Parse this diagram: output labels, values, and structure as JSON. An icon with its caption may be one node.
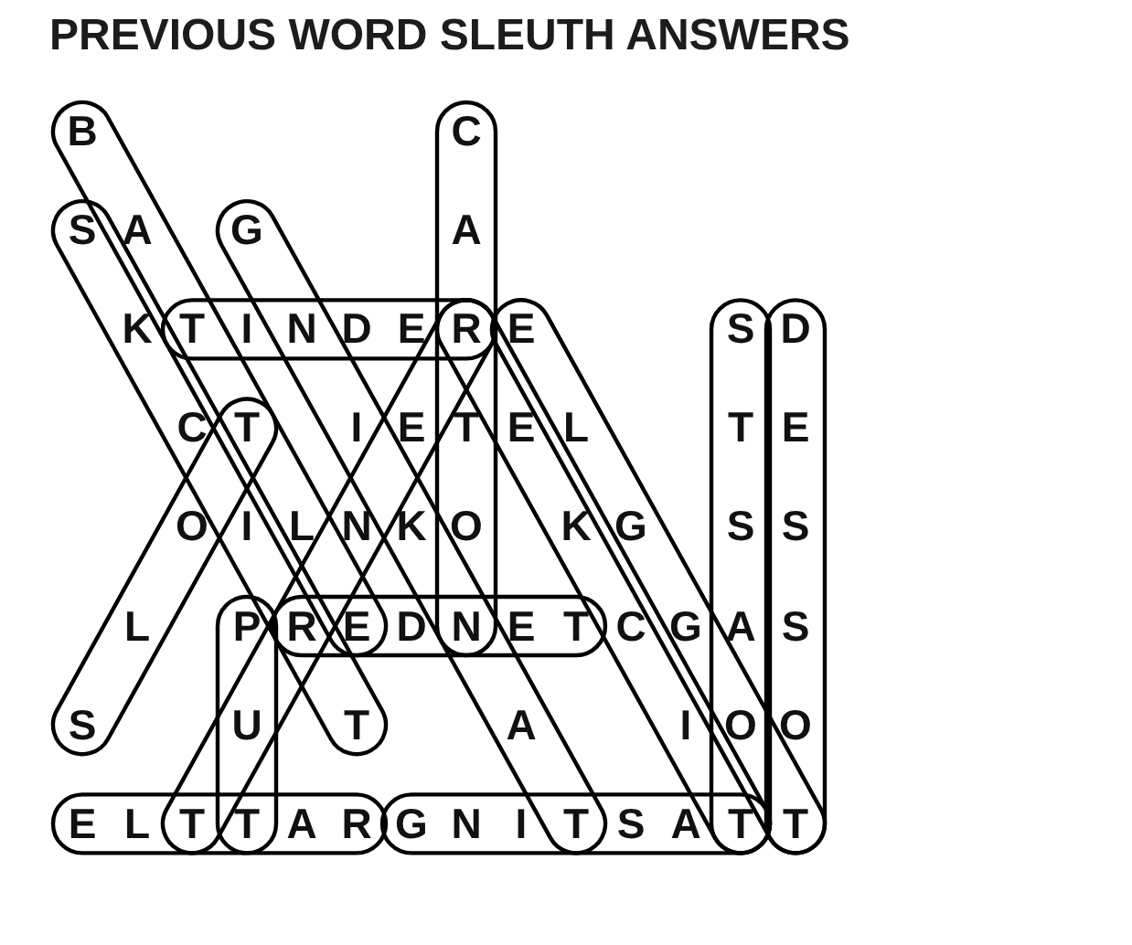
{
  "diagram": {
    "title": "PREVIOUS WORD SLEUTH ANSWERS",
    "labels": [
      "B",
      "C",
      "S",
      "A",
      "G",
      "A",
      "K",
      "T",
      "I",
      "N",
      "D",
      "E",
      "R",
      "E",
      "S",
      "D",
      "C",
      "T",
      "I",
      "E",
      "T",
      "E",
      "L",
      "T",
      "E",
      "O",
      "I",
      "L",
      "N",
      "K",
      "O",
      "K",
      "G",
      "S",
      "S",
      "L",
      "P",
      "R",
      "E",
      "D",
      "N",
      "E",
      "T",
      "C",
      "G",
      "A",
      "S",
      "S",
      "U",
      "T",
      "A",
      "I",
      "O",
      "O",
      "E",
      "L",
      "T",
      "T",
      "A",
      "R",
      "G",
      "N",
      "I",
      "T",
      "S",
      "A",
      "T",
      "T"
    ]
  }
}
